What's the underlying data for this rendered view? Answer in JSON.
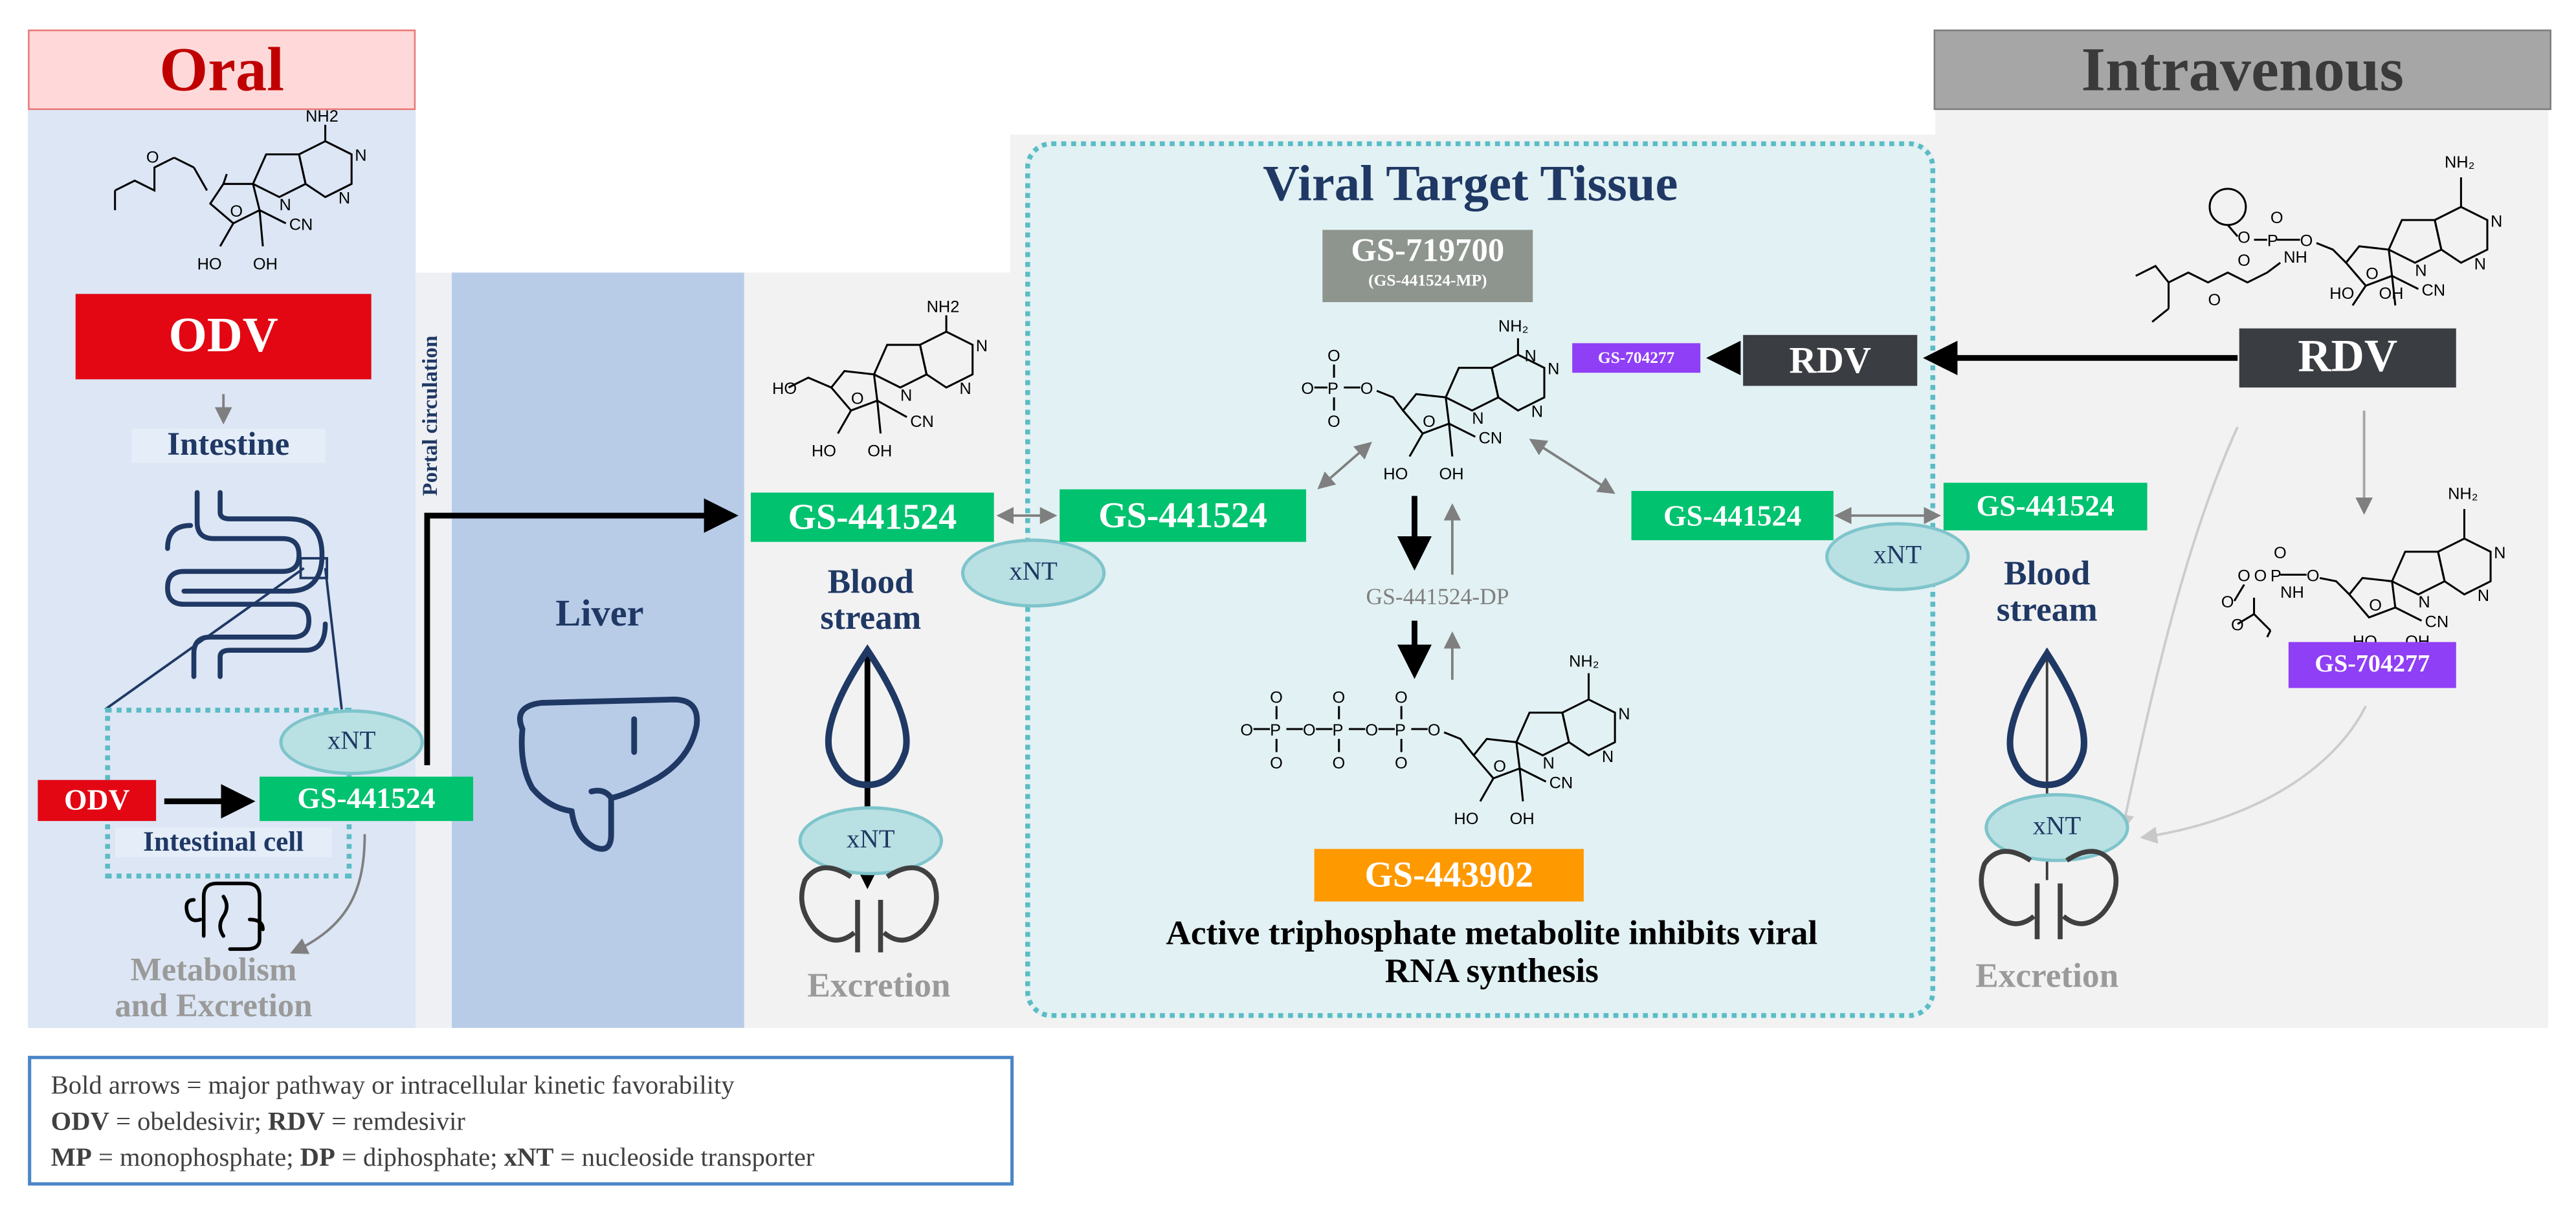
{
  "header": {
    "oral": "Oral",
    "intravenous": "Intravenous"
  },
  "oral_panel": {
    "odv_box": "ODV",
    "intestine": "Intestine",
    "odv_small": "ODV",
    "gs_cell": "GS-441524",
    "xnt": "xNT",
    "intestinal_cell": "Intestinal cell",
    "metabolism": "Metabolism\nand Excretion"
  },
  "portal_circulation": "Portal circulation",
  "liver": "Liver",
  "blood_left": {
    "gs": "GS-441524",
    "label": "Blood\nstream",
    "xnt_top": "xNT",
    "xnt_kidney": "xNT",
    "excretion": "Excretion"
  },
  "viral": {
    "title": "Viral Target Tissue",
    "gs719700": "GS-719700",
    "gs719700_sub": "(GS-441524-MP)",
    "gs704277_small": "GS-704277",
    "rdv_dark": "RDV",
    "gs_left": "GS-441524",
    "gs_right": "GS-441524",
    "diphosphate": "GS-441524-DP",
    "gs443902": "GS-443902",
    "caption": "Active triphosphate metabolite inhibits viral\nRNA synthesis"
  },
  "iv_panel": {
    "rdv": "RDV",
    "gs": "GS-441524",
    "xnt": "xNT",
    "blood": "Blood\nstream",
    "gs704277": "GS-704277",
    "xnt_kidney": "xNT",
    "excretion": "Excretion"
  },
  "molecule_labels": {
    "nh2": "NH2",
    "ho": "HO",
    "oh": "OH",
    "cn": "CN",
    "n": "N",
    "o": "O",
    "p": "P",
    "nh": "NH"
  },
  "legend": {
    "line1": "Bold arrows = major pathway or intracellular kinetic favorability",
    "line2_b1": "ODV",
    "line2_t1": " = obeldesivir; ",
    "line2_b2": "RDV",
    "line2_t2": " = remdesivir",
    "line3_b1": "MP",
    "line3_t1": " = monophosphate; ",
    "line3_b2": "DP",
    "line3_t2": " = diphosphate; ",
    "line3_b3": "xNT",
    "line3_t3": " = nucleoside transporter"
  },
  "colors": {
    "odv_red": "#e30613",
    "gs_green": "#00c26f",
    "rdv_dark": "#3a3d42",
    "purple": "#8f3ff5",
    "orange": "#ff9900",
    "gray_box": "#8e948e",
    "oral_bg": "#dce6f4",
    "liver_bg": "#b8cce8",
    "tissue_bg": "#e2f1f3",
    "navy": "#1f3864"
  }
}
